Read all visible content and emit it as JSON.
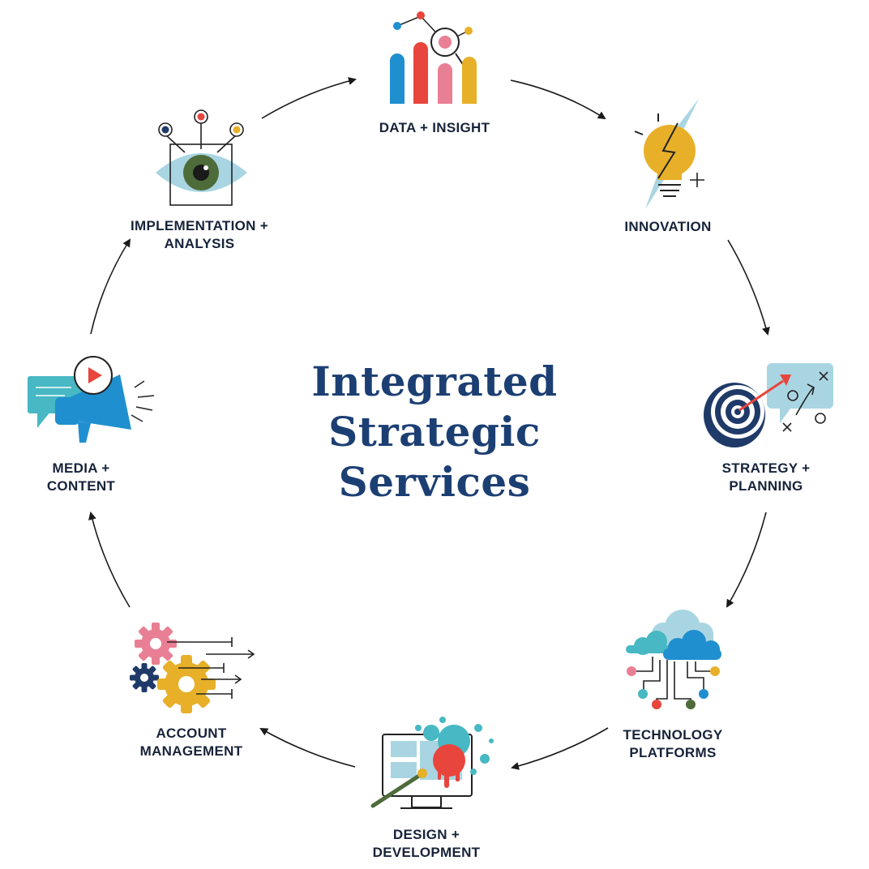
{
  "title": {
    "lines": [
      "Integrated",
      "Strategic",
      "Services"
    ]
  },
  "steps": [
    {
      "id": "data",
      "label_lines": [
        "DATA + INSIGHT"
      ],
      "icon": "bar-chart-magnifier-icon"
    },
    {
      "id": "innovation",
      "label_lines": [
        "INNOVATION"
      ],
      "icon": "lightbulb-lightning-icon"
    },
    {
      "id": "strategy",
      "label_lines": [
        "STRATEGY +",
        "PLANNING"
      ],
      "icon": "target-dart-icon"
    },
    {
      "id": "technology",
      "label_lines": [
        "TECHNOLOGY",
        "PLATFORMS"
      ],
      "icon": "cloud-network-icon"
    },
    {
      "id": "design",
      "label_lines": [
        "DESIGN +",
        "DEVELOPMENT"
      ],
      "icon": "monitor-paint-splash-icon"
    },
    {
      "id": "account",
      "label_lines": [
        "ACCOUNT",
        "MANAGEMENT"
      ],
      "icon": "gears-icon"
    },
    {
      "id": "media",
      "label_lines": [
        "MEDIA +",
        "CONTENT"
      ],
      "icon": "megaphone-play-icon"
    },
    {
      "id": "implementation",
      "label_lines": [
        "IMPLEMENTATION +",
        "ANALYSIS"
      ],
      "icon": "eye-network-icon"
    }
  ],
  "colors": {
    "title": "#1c3f73",
    "label": "#17233a",
    "blue": "#1f8fcf",
    "red": "#e8453c",
    "pink": "#e97f94",
    "yellow": "#e7b028",
    "teal": "#47b8c4",
    "light_blue": "#a9d5e2",
    "navy": "#1f3a68",
    "green": "#4e6b3a"
  }
}
